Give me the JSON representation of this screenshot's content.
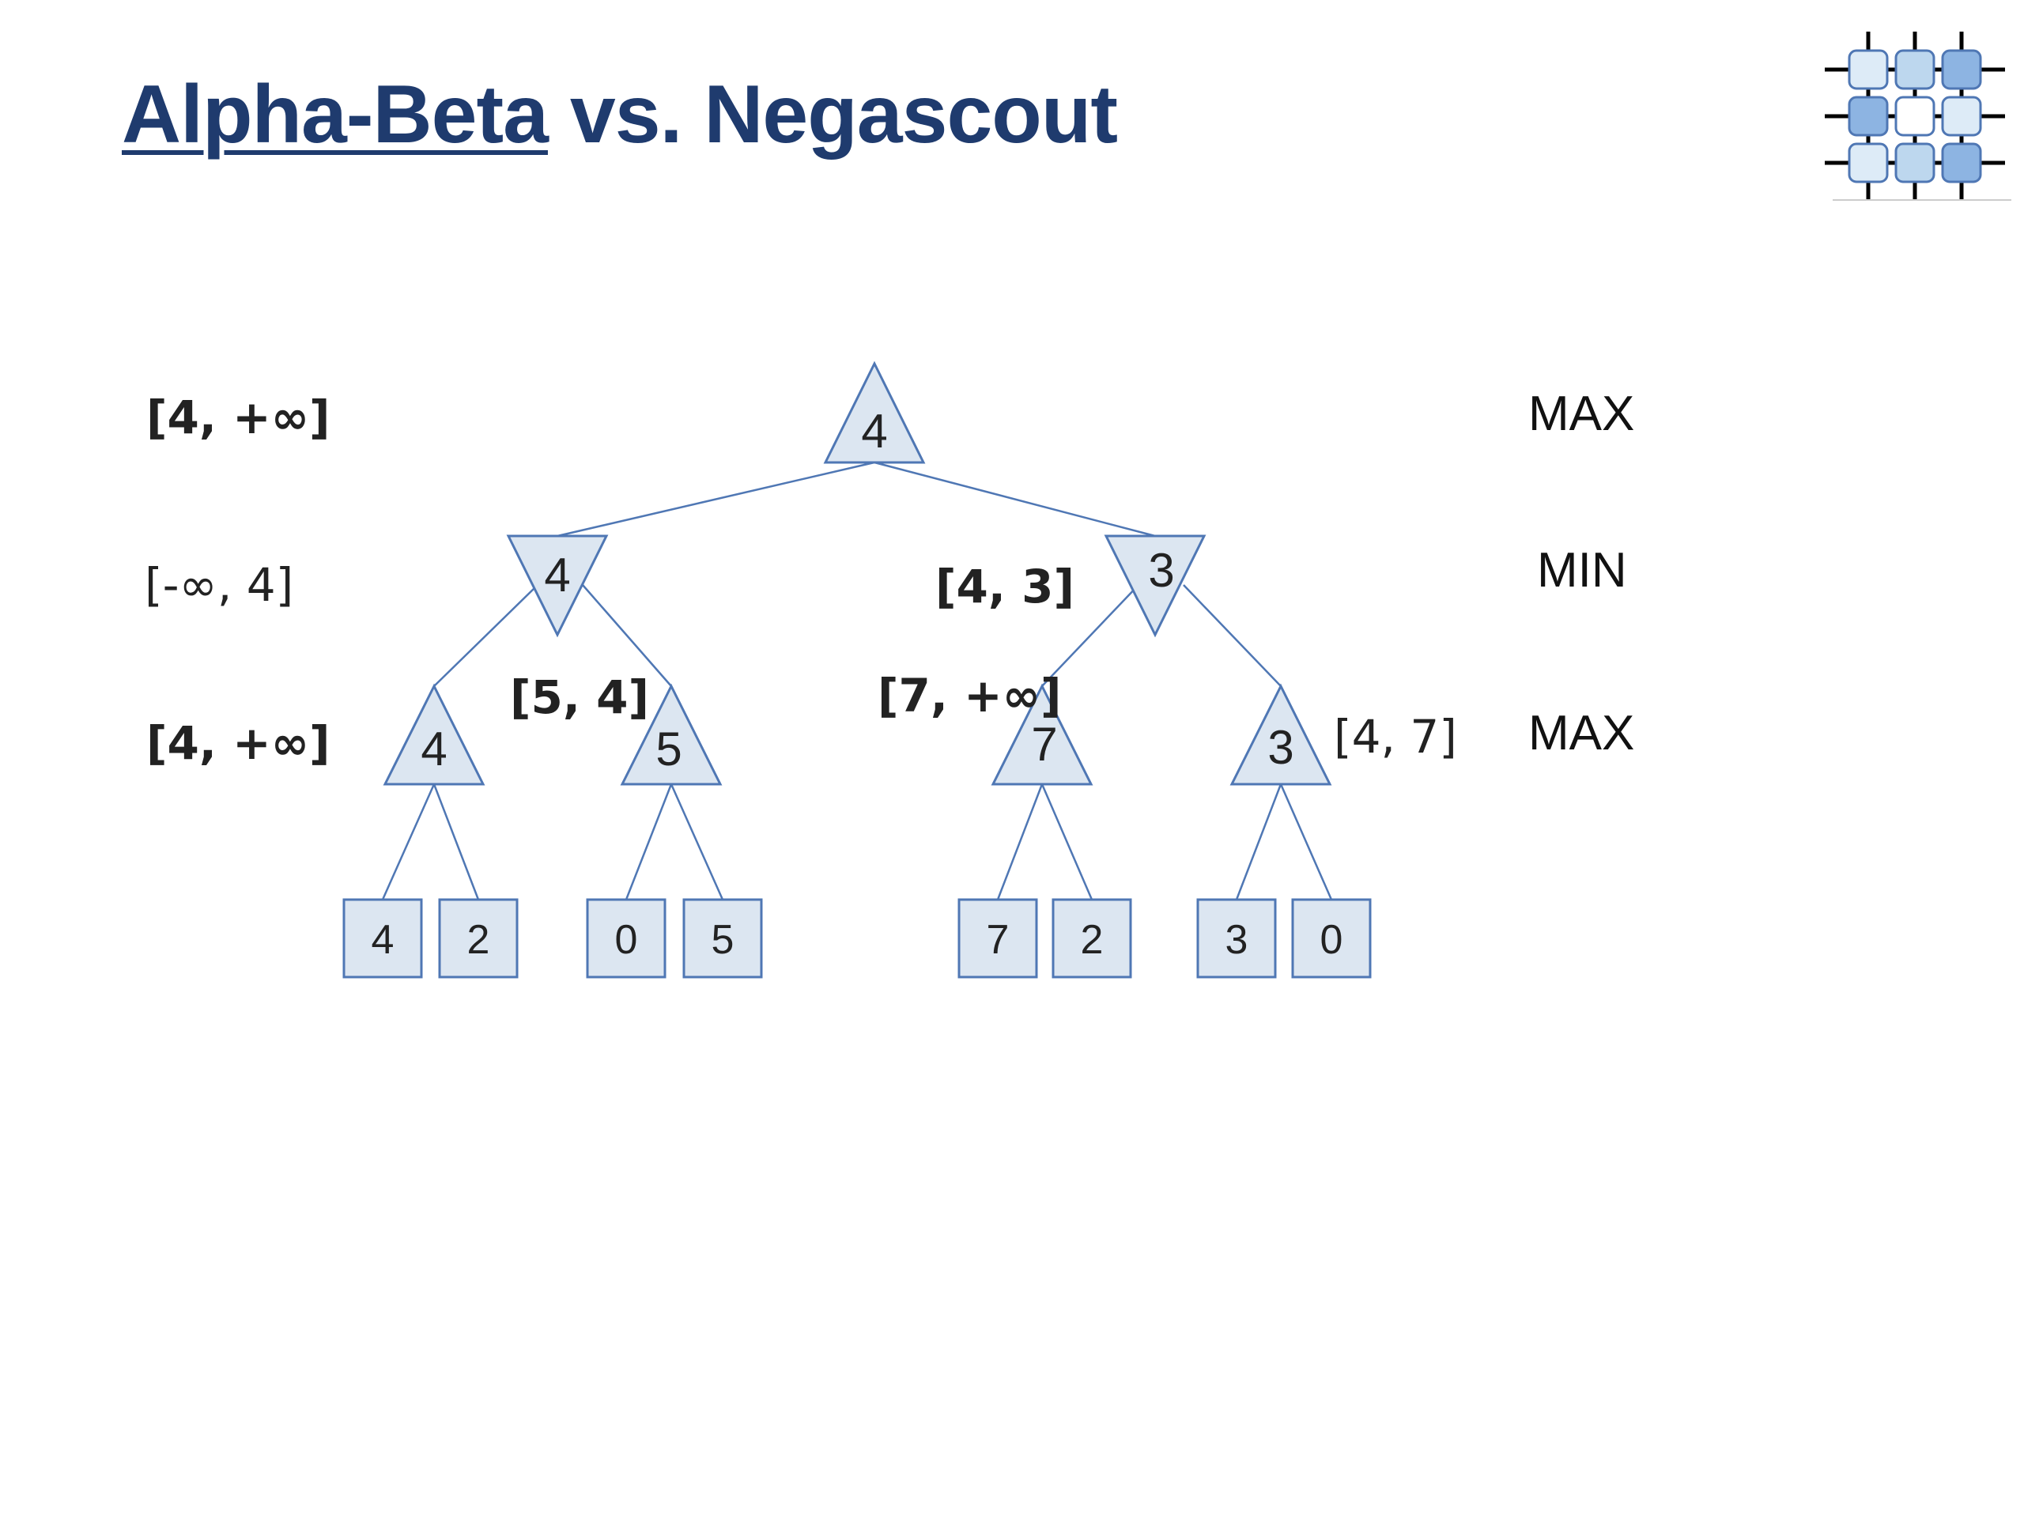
{
  "slide": {
    "title_link": "Alpha-Beta",
    "title_rest": " vs. Negascout"
  },
  "levels": [
    "MAX",
    "MIN",
    "MAX"
  ],
  "intervals": {
    "root": "[4, +∞]",
    "min_level": "[-∞, 4]",
    "max_level": "[4, +∞]",
    "node_5": "[5, 4]",
    "node_3_min": "[4, 3]",
    "node_7": "[7, +∞]",
    "node_3_max": "[4, 7]"
  },
  "tree": {
    "root": {
      "value": "4",
      "type": "MAX"
    },
    "min_nodes": [
      {
        "value": "4"
      },
      {
        "value": "3"
      }
    ],
    "max_nodes": [
      {
        "value": "4"
      },
      {
        "value": "5"
      },
      {
        "value": "7"
      },
      {
        "value": "3"
      }
    ],
    "leaves": [
      "4",
      "2",
      "0",
      "5",
      "7",
      "2",
      "3",
      "0"
    ]
  },
  "colors": {
    "title": "#1F3B6E",
    "node_fill": "#DCE6F1",
    "node_stroke": "#4F77B4",
    "edge": "#4F77B4",
    "logo_light": "#DDEBF7",
    "logo_mid": "#BDD7EE",
    "logo_dark": "#8DB4E2"
  }
}
